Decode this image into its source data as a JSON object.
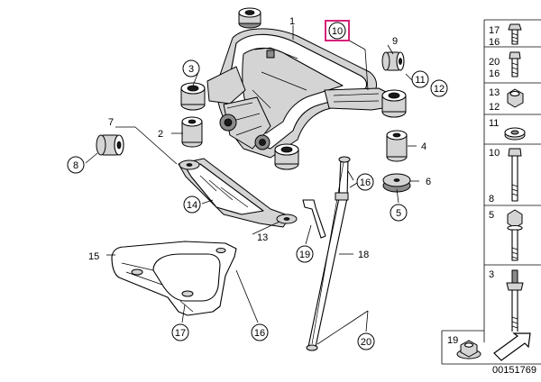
{
  "callouts": {
    "c1": "1",
    "c2": "2",
    "c3": "3",
    "c4": "4",
    "c5": "5",
    "c6": "6",
    "c7": "7",
    "c8": "8",
    "c9": "9",
    "c10": "10",
    "c11": "11",
    "c12": "12",
    "c13": "13",
    "c14": "14",
    "c15": "15",
    "c16a": "16",
    "c16b": "16",
    "c17": "17",
    "c18": "18",
    "c19": "19",
    "c20": "20"
  },
  "sidebar": {
    "r1a": "17",
    "r1b": "16",
    "r2a": "20",
    "r2b": "16",
    "r3a": "13",
    "r3b": "12",
    "r4": "11",
    "r5": "10",
    "r5b": "8",
    "r6": "5",
    "r7": "3",
    "r8": "19"
  },
  "diagram_id": "00151769",
  "highlight_color": "#d6227a"
}
